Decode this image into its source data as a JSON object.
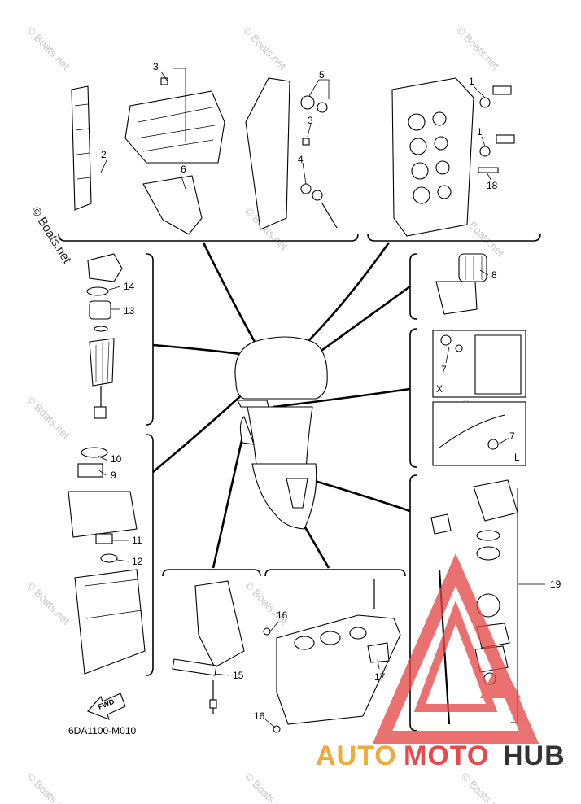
{
  "diagram": {
    "code": "6DA1100-M010",
    "fwd_label": "FWD",
    "copyright": "© Boats.net",
    "watermark": "© Boats.net",
    "callouts": {
      "c1a": "1",
      "c1b": "1",
      "c2": "2",
      "c3a": "3",
      "c3b": "3",
      "c4": "4",
      "c5": "5",
      "c6": "6",
      "c7a": "7",
      "c7b": "7",
      "c8": "8",
      "c9": "9",
      "c10": "10",
      "c11": "11",
      "c12": "12",
      "c13": "13",
      "c14": "14",
      "c15": "15",
      "c16a": "16",
      "c16b": "16",
      "c17": "17",
      "c18": "18",
      "c19": "19"
    },
    "inset_x": "X",
    "inset_l": "L"
  },
  "logo": {
    "word_auto": "AUTO",
    "word_moto": "MOTO",
    "word_hub": "HUB",
    "colors": {
      "auto": "#f2a93b",
      "moto": "#e64a4a",
      "hub": "#333333",
      "triangle": "#e64a4a"
    }
  }
}
